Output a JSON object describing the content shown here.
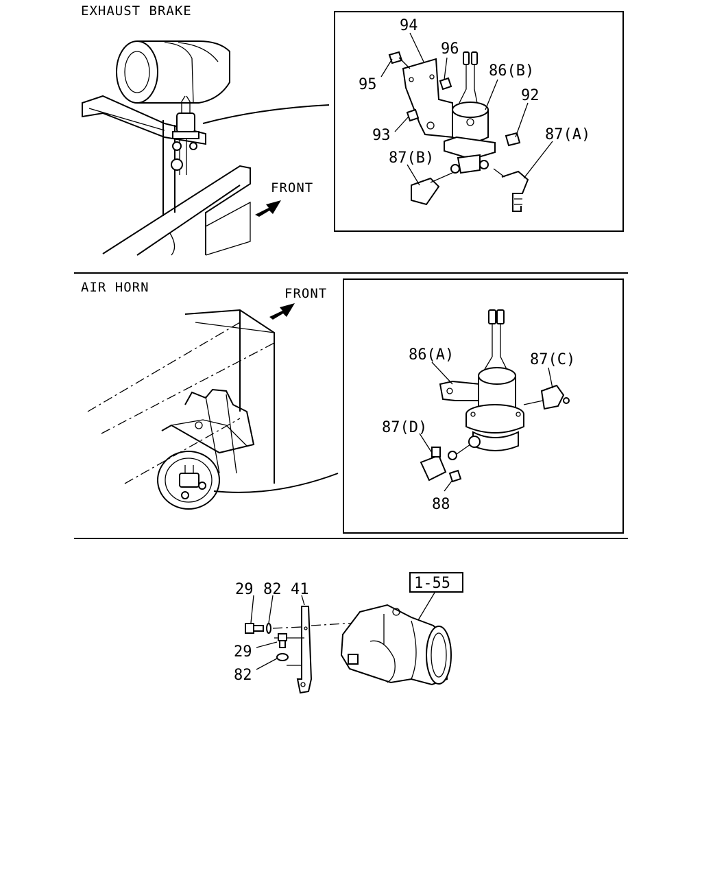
{
  "sections": {
    "exhaust_brake": "EXHAUST BRAKE",
    "air_horn": "AIR HORN"
  },
  "front_labels": {
    "top": "FRONT",
    "middle": "FRONT"
  },
  "callouts": {
    "p94": "94",
    "p96": "96",
    "p95": "95",
    "p86b": "86(B)",
    "p92": "92",
    "p93": "93",
    "p87a": "87(A)",
    "p87b": "87(B)",
    "p86a": "86(A)",
    "p87c": "87(C)",
    "p87d": "87(D)",
    "p88": "88",
    "p29_top": "29",
    "p82_top": "82",
    "p41": "41",
    "p29_mid": "29",
    "p82_low": "82",
    "ref": "1-55"
  }
}
